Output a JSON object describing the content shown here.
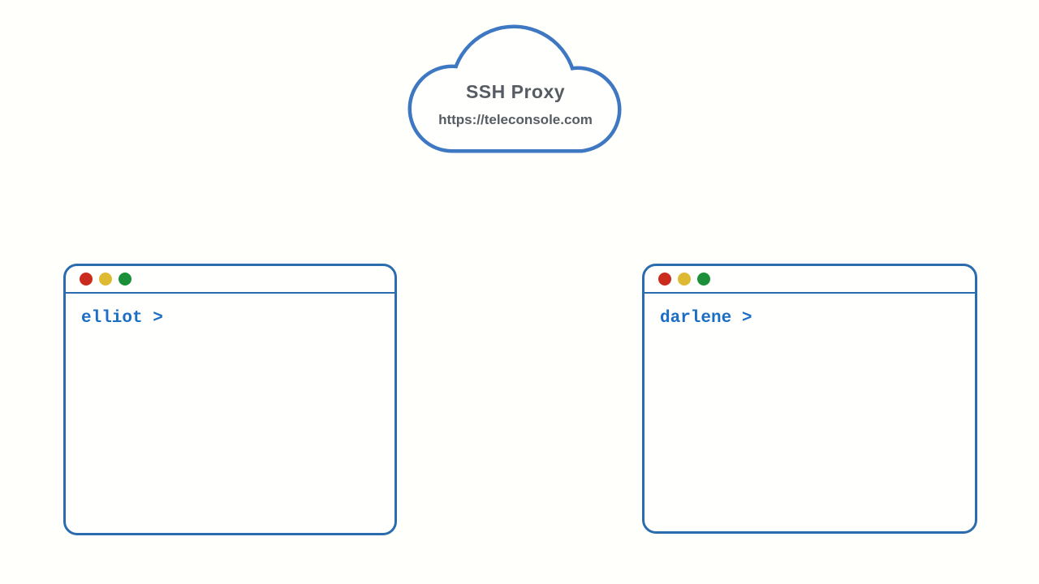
{
  "background_color": "#fffffc",
  "cloud": {
    "title": "SSH Proxy",
    "url": "https://teleconsole.com",
    "stroke_color": "#3e78c2",
    "fill_color": "#fffffd",
    "text_color": "#575c63"
  },
  "terminals": [
    {
      "name": "elliot-terminal",
      "prompt": "elliot >"
    },
    {
      "name": "darlene-terminal",
      "prompt": "darlene >"
    }
  ],
  "colors": {
    "terminal_border": "#2a6cad",
    "prompt_text": "#1b6ec5",
    "traffic_red": "#cb2b1d",
    "traffic_yellow": "#deba32",
    "traffic_green": "#1c9038"
  }
}
